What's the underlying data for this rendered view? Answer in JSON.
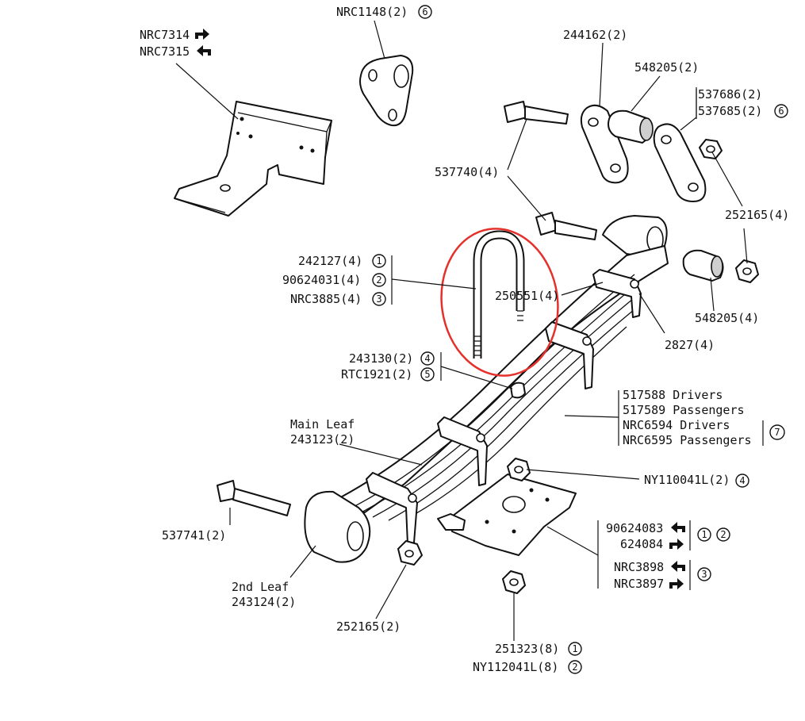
{
  "highlight_color": "#e4312b",
  "labels": {
    "nrc7314": "NRC7314",
    "nrc7315": "NRC7315",
    "nrc1148": "NRC1148(2)",
    "p244162": "244162(2)",
    "p548205_top": "548205(2)",
    "p537686": "537686(2)",
    "p537685": "537685(2)",
    "p537740": "537740(4)",
    "p252165_top": "252165(4)",
    "p242127": "242127(4)",
    "p90624031": "90624031(4)",
    "nrc3885": "NRC3885(4)",
    "p250551": "250551(4)",
    "p548205_mid": "548205(4)",
    "p2827": "2827(4)",
    "p243130": "243130(2)",
    "rtc1921": "RTC1921(2)",
    "p517588": "517588 Drivers",
    "p517589": "517589 Passengers",
    "nrc6594": "NRC6594 Drivers",
    "nrc6595": "NRC6595 Passengers",
    "main_leaf_name": "Main Leaf",
    "main_leaf_part": "243123(2)",
    "ny110041": "NY110041L(2)",
    "p537741": "537741(2)",
    "p90624083": "90624083",
    "p624084": "624084",
    "nrc3898": "NRC3898",
    "nrc3897": "NRC3897",
    "second_leaf_name": "2nd Leaf",
    "second_leaf_part": "243124(2)",
    "p252165_bot": "252165(2)",
    "p251323": "251323(8)",
    "ny112041": "NY112041L(8)"
  },
  "markers": {
    "m1": "1",
    "m2": "2",
    "m3": "3",
    "m4": "4",
    "m5": "5",
    "m6": "6",
    "m7": "7"
  },
  "icons": {
    "right": "arrow-right-icon",
    "left": "arrow-left-icon"
  }
}
